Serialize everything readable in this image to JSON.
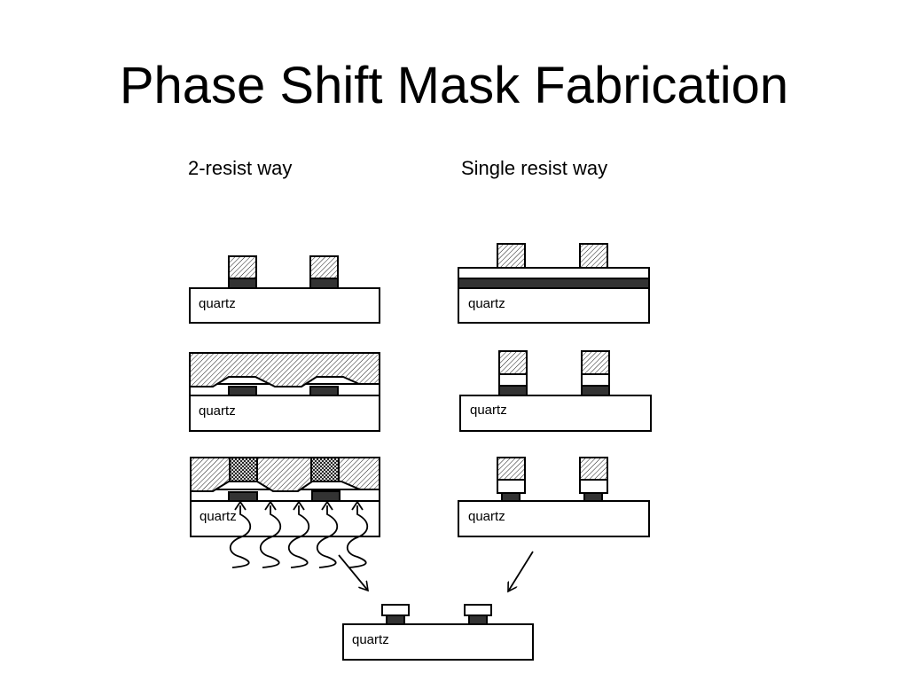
{
  "slide": {
    "title": "Phase Shift Mask Fabrication",
    "left_heading": "2-resist way",
    "right_heading": "Single resist way"
  },
  "diagram": {
    "substrate_label": "quartz",
    "colors": {
      "line": "#000000",
      "chrome": "#333333",
      "resist_hatch": "#000000",
      "background": "#ffffff"
    }
  }
}
